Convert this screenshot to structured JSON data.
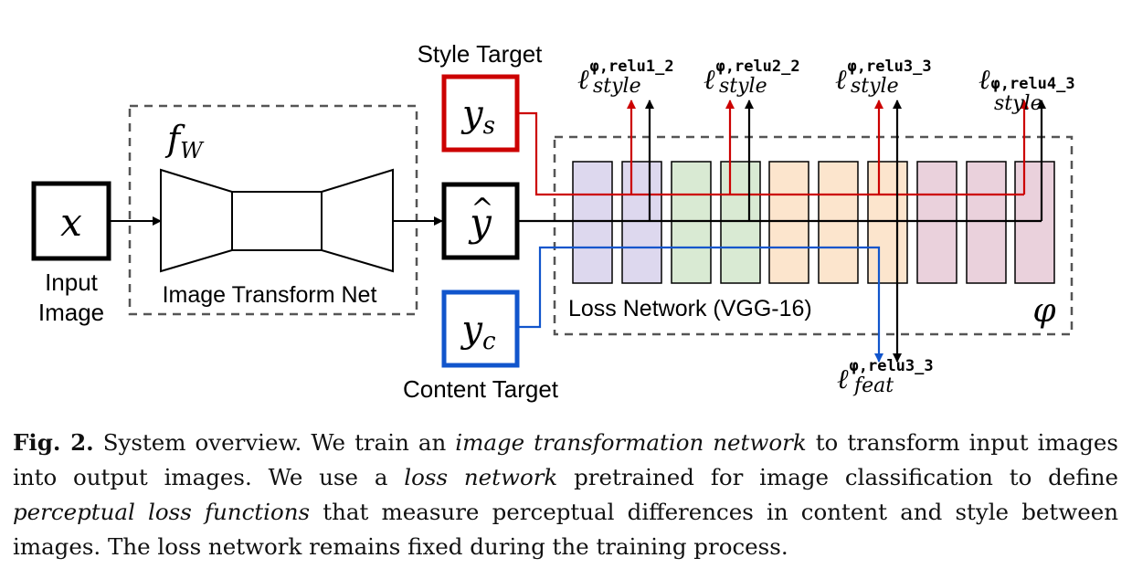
{
  "diagram": {
    "input": {
      "symbol": "x",
      "label_line1": "Input",
      "label_line2": "Image"
    },
    "transform_net": {
      "symbol": "f",
      "subscript": "W",
      "label": "Image Transform Net"
    },
    "output": {
      "symbol": "y",
      "hat": "^"
    },
    "style_target": {
      "label": "Style Target",
      "symbol": "y",
      "subscript": "s"
    },
    "content_target": {
      "label": "Content Target",
      "symbol": "y",
      "subscript": "c"
    },
    "loss_network": {
      "label": "Loss Network (VGG-16)",
      "symbol": "φ",
      "layer_colors": [
        "#ddd8ee",
        "#ddd8ee",
        "#d9ead3",
        "#d9ead3",
        "#fce5cd",
        "#fce5cd",
        "#fce5cd",
        "#ead1dc",
        "#ead1dc",
        "#ead1dc"
      ]
    },
    "style_losses": [
      {
        "base": "ℓ",
        "sup": "φ,relu1_2",
        "sub": "style"
      },
      {
        "base": "ℓ",
        "sup": "φ,relu2_2",
        "sub": "style"
      },
      {
        "base": "ℓ",
        "sup": "φ,relu3_3",
        "sub": "style"
      },
      {
        "base": "ℓ",
        "sup": "φ,relu4_3",
        "sub": "style"
      }
    ],
    "feature_loss": {
      "base": "ℓ",
      "sup": "φ,relu3_3",
      "sub": "feat"
    },
    "colors": {
      "style": "#cc0000",
      "content": "#1155cc",
      "main": "#000000",
      "dashed": "#555555"
    }
  },
  "caption": {
    "label": "Fig. 2.",
    "t1": " System overview. We train an ",
    "e1": "image transformation network",
    "t2": " to transform input images into output images. We use a ",
    "e2": "loss network",
    "t3": " pretrained for image classification to define ",
    "e3": "perceptual loss functions",
    "t4": " that measure perceptual differences in content and style between images. The loss network remains fixed during the training process."
  }
}
